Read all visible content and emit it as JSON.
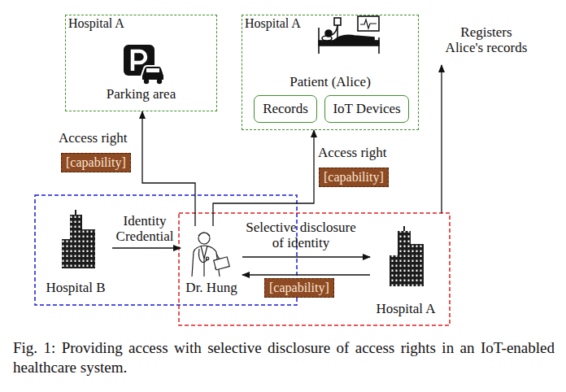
{
  "diagram": {
    "caption": "Fig. 1: Providing access with selective disclosure of access rights in an IoT-enabled healthcare system.",
    "nodes": [
      {
        "text": [
          "Hospital A",
          "Parking area"
        ]
      },
      {
        "text": [
          "Hospital A",
          "Patient (Alice)"
        ]
      },
      {
        "text": [
          "Records"
        ],
        "in": 1
      },
      {
        "text": [
          "IoT Devices"
        ],
        "in": 1
      },
      {
        "text": [
          "Hospital B"
        ]
      },
      {
        "text": [
          "Dr. Hung"
        ]
      },
      {
        "text": [
          "Hospital A"
        ]
      }
    ],
    "edges": [
      {
        "from": 4,
        "to": 5,
        "label": "Identity Credential",
        "arrow": "to"
      },
      {
        "from": 5,
        "to": 6,
        "label": "Selective disclosure of identity",
        "arrow": "to"
      },
      {
        "from": 6,
        "to": 5,
        "label": "[capability]",
        "arrow": "to"
      },
      {
        "from": 5,
        "to": 0,
        "label": "Access right",
        "arrow": "to"
      },
      {
        "from": 5,
        "to": 1,
        "label": "Access right",
        "arrow": "to"
      }
    ],
    "labels": [
      "[capability]",
      "[capability]",
      "Registers Alice's records"
    ]
  }
}
